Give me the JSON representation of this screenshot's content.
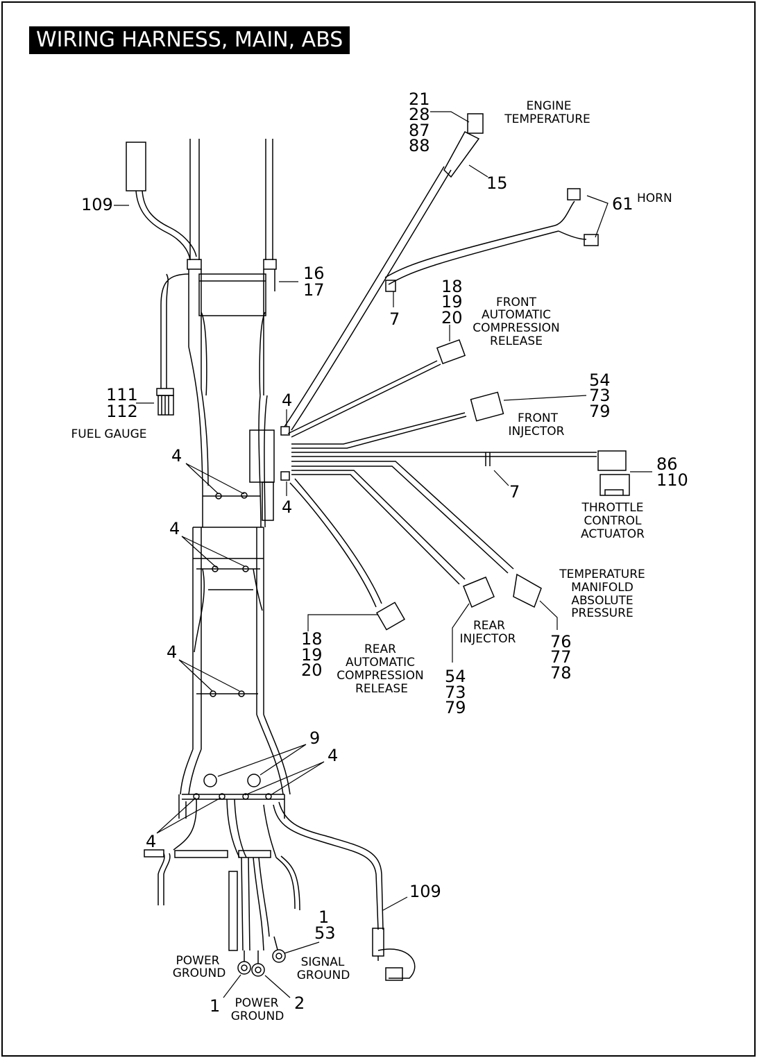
{
  "title": "WIRING HARNESS, MAIN, ABS",
  "callouts": {
    "engine_temp_nums": [
      "21",
      "28",
      "87",
      "88"
    ],
    "engine_temp_label": [
      "ENGINE",
      "TEMPERATURE"
    ],
    "n15": "15",
    "n61": "61",
    "horn_label": "HORN",
    "n109_top": "109",
    "n16_17": [
      "16",
      "17"
    ],
    "n7_top": "7",
    "front_acr_nums": [
      "18",
      "19",
      "20"
    ],
    "front_acr_label": [
      "FRONT",
      "AUTOMATIC",
      "COMPRESSION",
      "RELEASE"
    ],
    "fuel_gauge_nums": [
      "111",
      "112"
    ],
    "fuel_gauge_label": "FUEL GAUGE",
    "n4_a": "4",
    "front_injector_nums": [
      "54",
      "73",
      "79"
    ],
    "front_injector_label": [
      "FRONT",
      "INJECTOR"
    ],
    "n4_b": "4",
    "throttle_nums": [
      "86",
      "110"
    ],
    "n7_mid": "7",
    "n4_c": "4",
    "throttle_label": [
      "THROTTLE",
      "CONTROL",
      "ACTUATOR"
    ],
    "n4_d": "4",
    "tmap_label": [
      "TEMPERATURE",
      "MANIFOLD",
      "ABSOLUTE",
      "PRESSURE"
    ],
    "rear_injector_label": [
      "REAR",
      "INJECTOR"
    ],
    "rear_acr_nums": [
      "18",
      "19",
      "20"
    ],
    "rear_acr_label": [
      "REAR",
      "AUTOMATIC",
      "COMPRESSION",
      "RELEASE"
    ],
    "tmap_nums": [
      "76",
      "77",
      "78"
    ],
    "n4_e": "4",
    "rear_injector_nums": [
      "54",
      "73",
      "79"
    ],
    "n9": "9",
    "n4_f": "4",
    "n4_g": "4",
    "n109_bottom": "109",
    "signal_ground_nums": [
      "1",
      "53"
    ],
    "power_ground_left_label": [
      "POWER",
      "GROUND"
    ],
    "signal_ground_label": [
      "SIGNAL",
      "GROUND"
    ],
    "n1_bottom": "1",
    "power_ground_bottom_label": [
      "POWER",
      "GROUND"
    ],
    "n2": "2"
  }
}
